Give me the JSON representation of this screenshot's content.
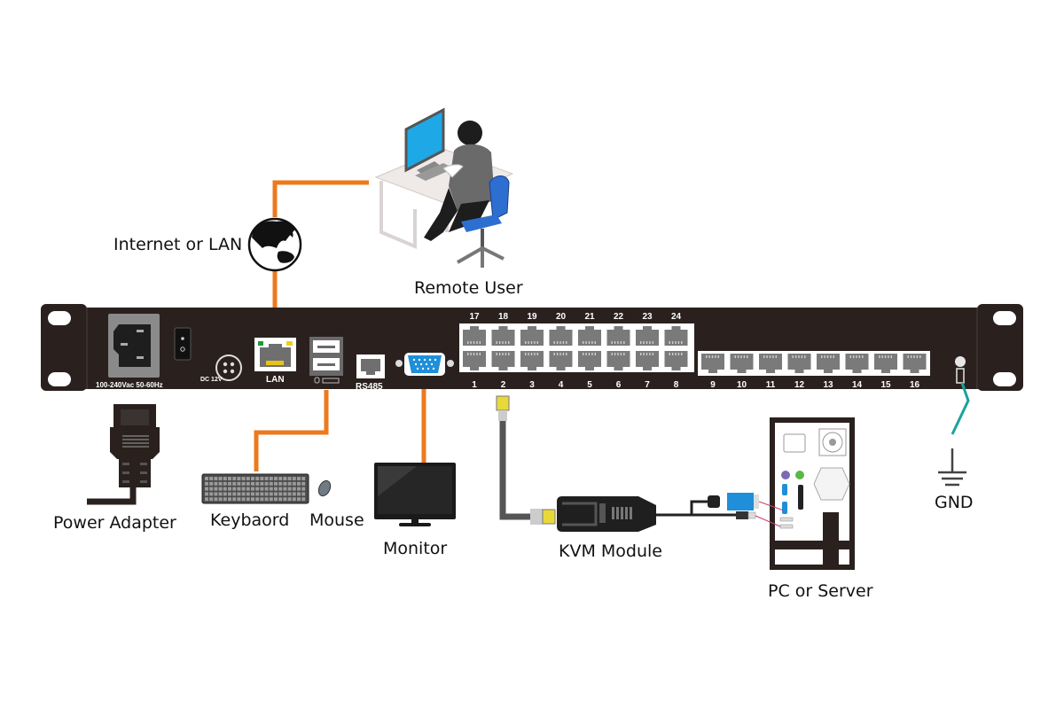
{
  "diagram": {
    "title": "KVM over IP switch connection diagram",
    "colors": {
      "cable_orange": "#ec7a1c",
      "chassis": "#2a211f",
      "ground_teal": "#1aa39a",
      "vga_blue": "#1e8fd8",
      "port_face": "#ffffff",
      "port_jack": "#7a7a7a"
    },
    "labels": {
      "remote_user": "Remote User",
      "internet": "Internet or LAN",
      "power_adapter": "Power Adapter",
      "keyboard": "Keybaord",
      "mouse": "Mouse",
      "monitor": "Monitor",
      "kvm_module": "KVM Module",
      "pc_server": "PC or Server",
      "gnd": "GND"
    },
    "panel": {
      "power_rating": "100-240Vac 50-60Hz",
      "dc": "DC 12V",
      "lan": "LAN",
      "rs485": "RS485",
      "ports_top": [
        "17",
        "18",
        "19",
        "20",
        "21",
        "22",
        "23",
        "24"
      ],
      "ports_bottom_left": [
        "1",
        "2",
        "3",
        "4",
        "5",
        "6",
        "7",
        "8"
      ],
      "ports_bottom_right": [
        "9",
        "10",
        "11",
        "12",
        "13",
        "14",
        "15",
        "16"
      ]
    }
  }
}
